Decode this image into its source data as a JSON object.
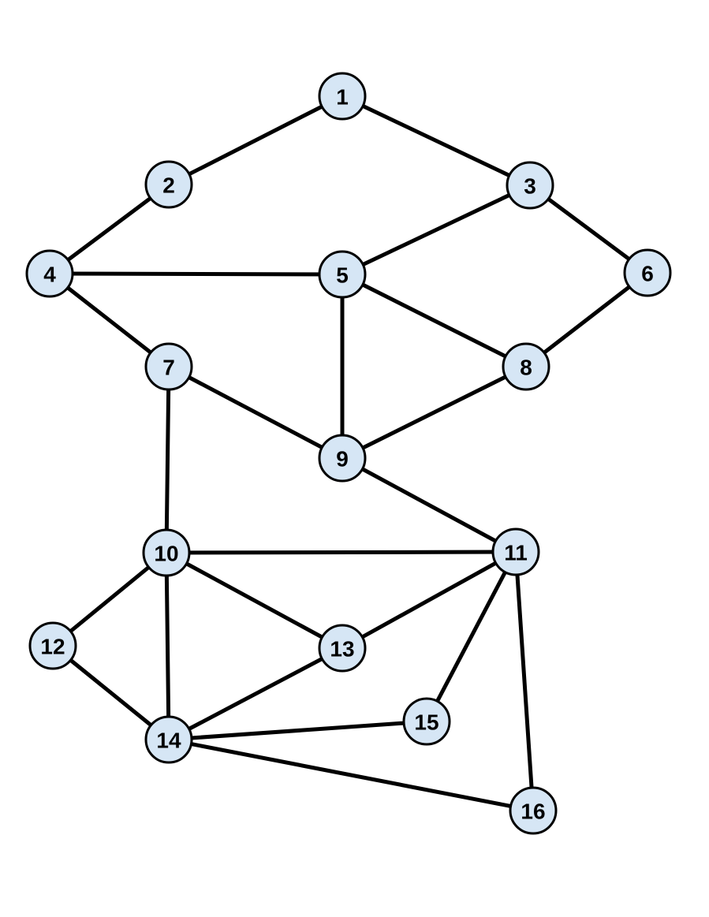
{
  "graph": {
    "node_fill": "#d6e6f5",
    "node_stroke": "#000000",
    "edge_color": "#000000",
    "nodes": [
      {
        "id": "1",
        "label": "1"
      },
      {
        "id": "2",
        "label": "2"
      },
      {
        "id": "3",
        "label": "3"
      },
      {
        "id": "4",
        "label": "4"
      },
      {
        "id": "5",
        "label": "5"
      },
      {
        "id": "6",
        "label": "6"
      },
      {
        "id": "7",
        "label": "7"
      },
      {
        "id": "8",
        "label": "8"
      },
      {
        "id": "9",
        "label": "9"
      },
      {
        "id": "10",
        "label": "10"
      },
      {
        "id": "11",
        "label": "11"
      },
      {
        "id": "12",
        "label": "12"
      },
      {
        "id": "13",
        "label": "13"
      },
      {
        "id": "14",
        "label": "14"
      },
      {
        "id": "15",
        "label": "15"
      },
      {
        "id": "16",
        "label": "16"
      }
    ],
    "edges": [
      [
        "1",
        "2"
      ],
      [
        "1",
        "3"
      ],
      [
        "2",
        "4"
      ],
      [
        "3",
        "5"
      ],
      [
        "3",
        "6"
      ],
      [
        "4",
        "5"
      ],
      [
        "4",
        "7"
      ],
      [
        "5",
        "8"
      ],
      [
        "5",
        "9"
      ],
      [
        "6",
        "8"
      ],
      [
        "7",
        "9"
      ],
      [
        "7",
        "10"
      ],
      [
        "8",
        "9"
      ],
      [
        "9",
        "11"
      ],
      [
        "10",
        "11"
      ],
      [
        "10",
        "12"
      ],
      [
        "10",
        "13"
      ],
      [
        "10",
        "14"
      ],
      [
        "11",
        "13"
      ],
      [
        "11",
        "15"
      ],
      [
        "11",
        "16"
      ],
      [
        "12",
        "14"
      ],
      [
        "13",
        "14"
      ],
      [
        "14",
        "15"
      ],
      [
        "14",
        "16"
      ]
    ]
  }
}
